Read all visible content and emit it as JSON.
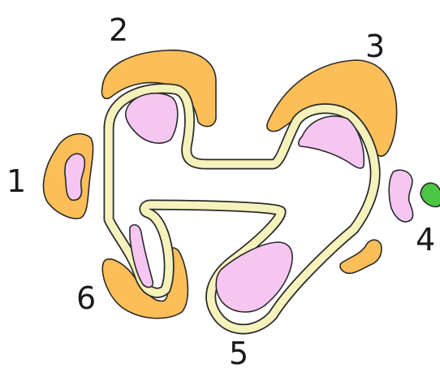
{
  "labels": {
    "l1": "1",
    "l2": "2",
    "l3": "3",
    "l4": "4",
    "l5": "5",
    "l6": "6"
  },
  "colors": {
    "orange": "#FBBE58",
    "pink": "#F6C6F2",
    "tube": "#F5F2BC",
    "green": "#4CC645",
    "outline": "#2A2A2A"
  }
}
